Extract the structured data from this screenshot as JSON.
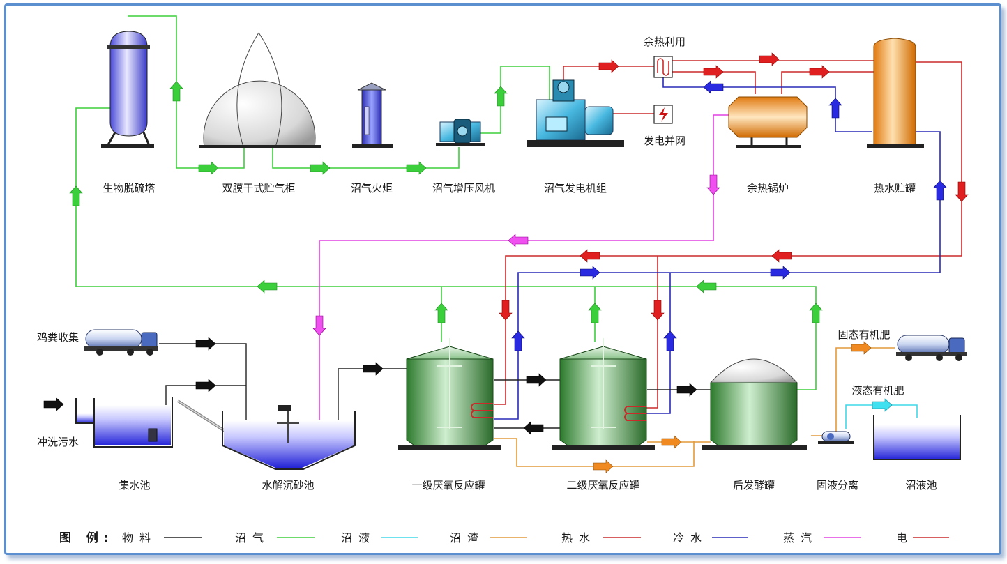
{
  "equipment": {
    "desulfurization_tower": "生物脱硫塔",
    "gas_holder": "双膜干式贮气柜",
    "flare": "沼气火炬",
    "booster_fan": "沼气增压风机",
    "generator_set": "沼气发电机组",
    "waste_heat_use": "余热利用",
    "grid_connection": "发电并网",
    "waste_heat_boiler": "余热锅炉",
    "hot_water_tank": "热水贮罐",
    "chicken_manure_collection": "鸡粪收集",
    "flushing_wastewater": "冲洗污水",
    "collection_tank": "集水池",
    "hydrolysis_grit_tank": "水解沉砂池",
    "primary_reactor": "一级厌氧反应罐",
    "secondary_reactor": "二级厌氧反应罐",
    "post_fermentation_tank": "后发酵罐",
    "solid_liquid_separation": "固液分离",
    "solid_fertilizer": "固态有机肥",
    "liquid_fertilizer": "液态有机肥",
    "biogas_slurry_tank": "沼液池"
  },
  "legend": {
    "title": "图 例:",
    "items": [
      {
        "label": "物料",
        "color": "#222222"
      },
      {
        "label": "沼气",
        "color": "#3ccf3c"
      },
      {
        "label": "沼液",
        "color": "#3fd8e8"
      },
      {
        "label": "沼渣",
        "color": "#e49a3a"
      },
      {
        "label": "热水",
        "color": "#cc2a2a"
      },
      {
        "label": "冷水",
        "color": "#2a2ab8"
      },
      {
        "label": "蒸汽",
        "color": "#e040e0"
      },
      {
        "label": "电",
        "color": "#cc2a2a"
      }
    ]
  },
  "colors": {
    "material": "#222222",
    "biogas": "#3ccf3c",
    "slurry": "#3fd8e8",
    "residue": "#e49a3a",
    "hot_water": "#cc2a2a",
    "cold_water": "#2a2ab8",
    "steam": "#e040e0",
    "power": "#cc2a2a",
    "frame": "#5b8fd0"
  }
}
